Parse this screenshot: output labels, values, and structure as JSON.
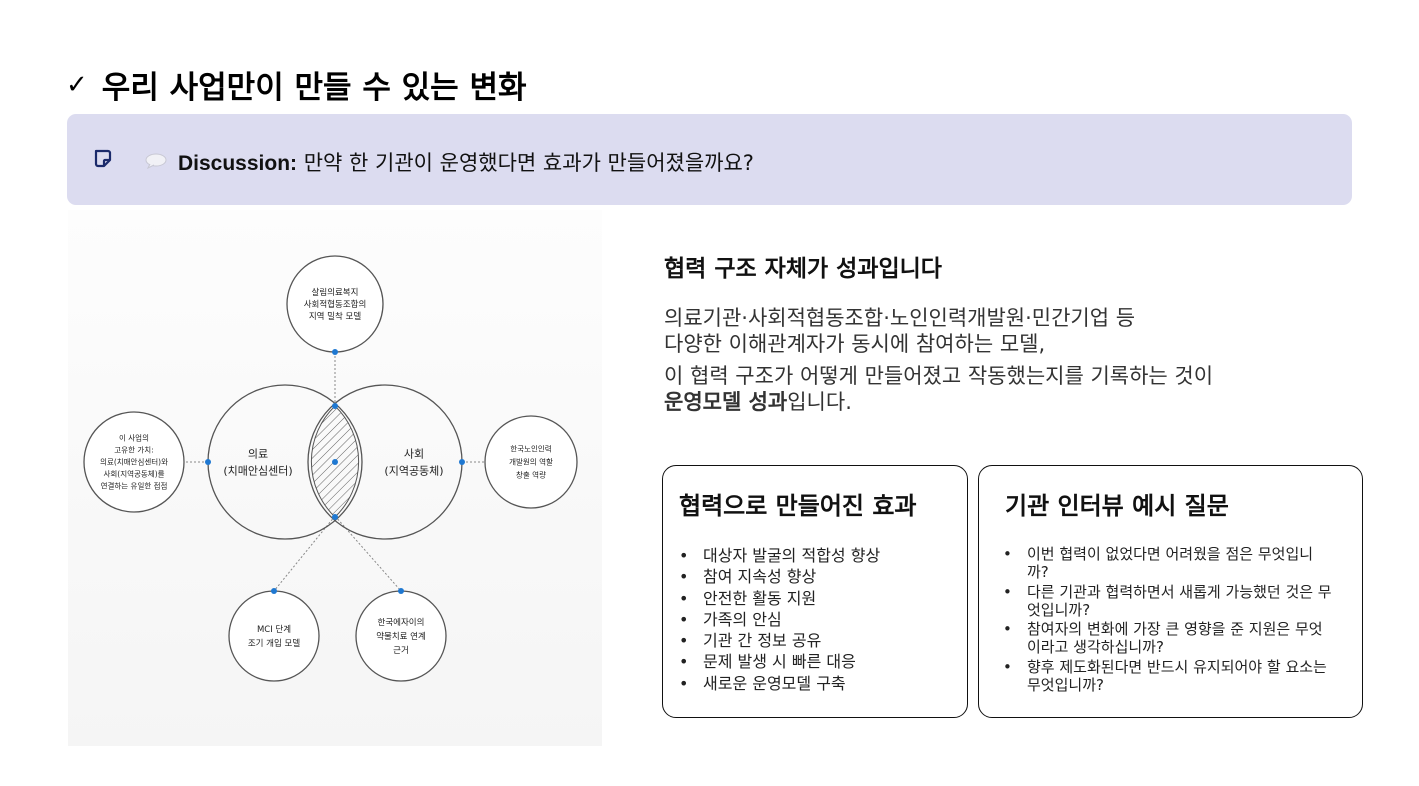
{
  "title": {
    "check": "✓",
    "text": "우리 사업만이 만들 수 있는 변화"
  },
  "callout": {
    "note_icon": "note-icon",
    "bubble_icon": "speech-bubble-icon",
    "label": "Discussion:",
    "text": " 만약 한 기관이 운영했다면 효과가 만들어졌을까요?"
  },
  "diagram": {
    "top": [
      "살림의료복지",
      "사회적협동조합의",
      "지역 밀착 모델"
    ],
    "left": [
      "이 사업의",
      "고유한 가치:",
      "의료(치매안심센터)와",
      "사회(지역공동체)를",
      "연결하는 유일한 접점"
    ],
    "right": [
      "한국노인인력",
      "개발원의 역할",
      "창출 역량"
    ],
    "bottom_left": [
      "MCI 단계",
      "조기 개입 모델"
    ],
    "bottom_right": [
      "한국에자이의",
      "약물치료 연계",
      "근거"
    ],
    "medical": [
      "의료",
      "(치매안심센터)"
    ],
    "society": [
      "사회",
      "(지역공동체)"
    ],
    "colors": {
      "dot": "#1f78d1",
      "line": "#888888",
      "circle": "#555555"
    }
  },
  "heading": "협력 구조 자체가 성과입니다",
  "para": {
    "line1": "의료기관·사회적협동조합·노인인력개발원·민간기업 등",
    "line2": "다양한 이해관계자가 동시에 참여하는 모델,",
    "line3": "이 협력 구조가 어떻게 만들어졌고 작동했는지를 기록하는 것이",
    "line4_bold": "운영모델 성과",
    "line4_rest": "입니다."
  },
  "card_effects": {
    "title": "협력으로 만들어진 효과",
    "items": [
      "대상자 발굴의 적합성 향상",
      "참여 지속성 향상",
      "안전한 활동 지원",
      "가족의 안심",
      "기관 간 정보 공유",
      "문제 발생 시 빠른 대응",
      "새로운 운영모델 구축"
    ]
  },
  "card_questions": {
    "title": "기관 인터뷰 예시 질문",
    "items": [
      "이번 협력이 없었다면 어려웠을 점은 무엇입니까?",
      "다른 기관과 협력하면서 새롭게 가능했던 것은 무엇입니까?",
      "참여자의 변화에 가장 큰 영향을 준 지원은 무엇이라고 생각하십니까?",
      "향후 제도화된다면 반드시 유지되어야 할 요소는 무엇입니까?"
    ]
  }
}
